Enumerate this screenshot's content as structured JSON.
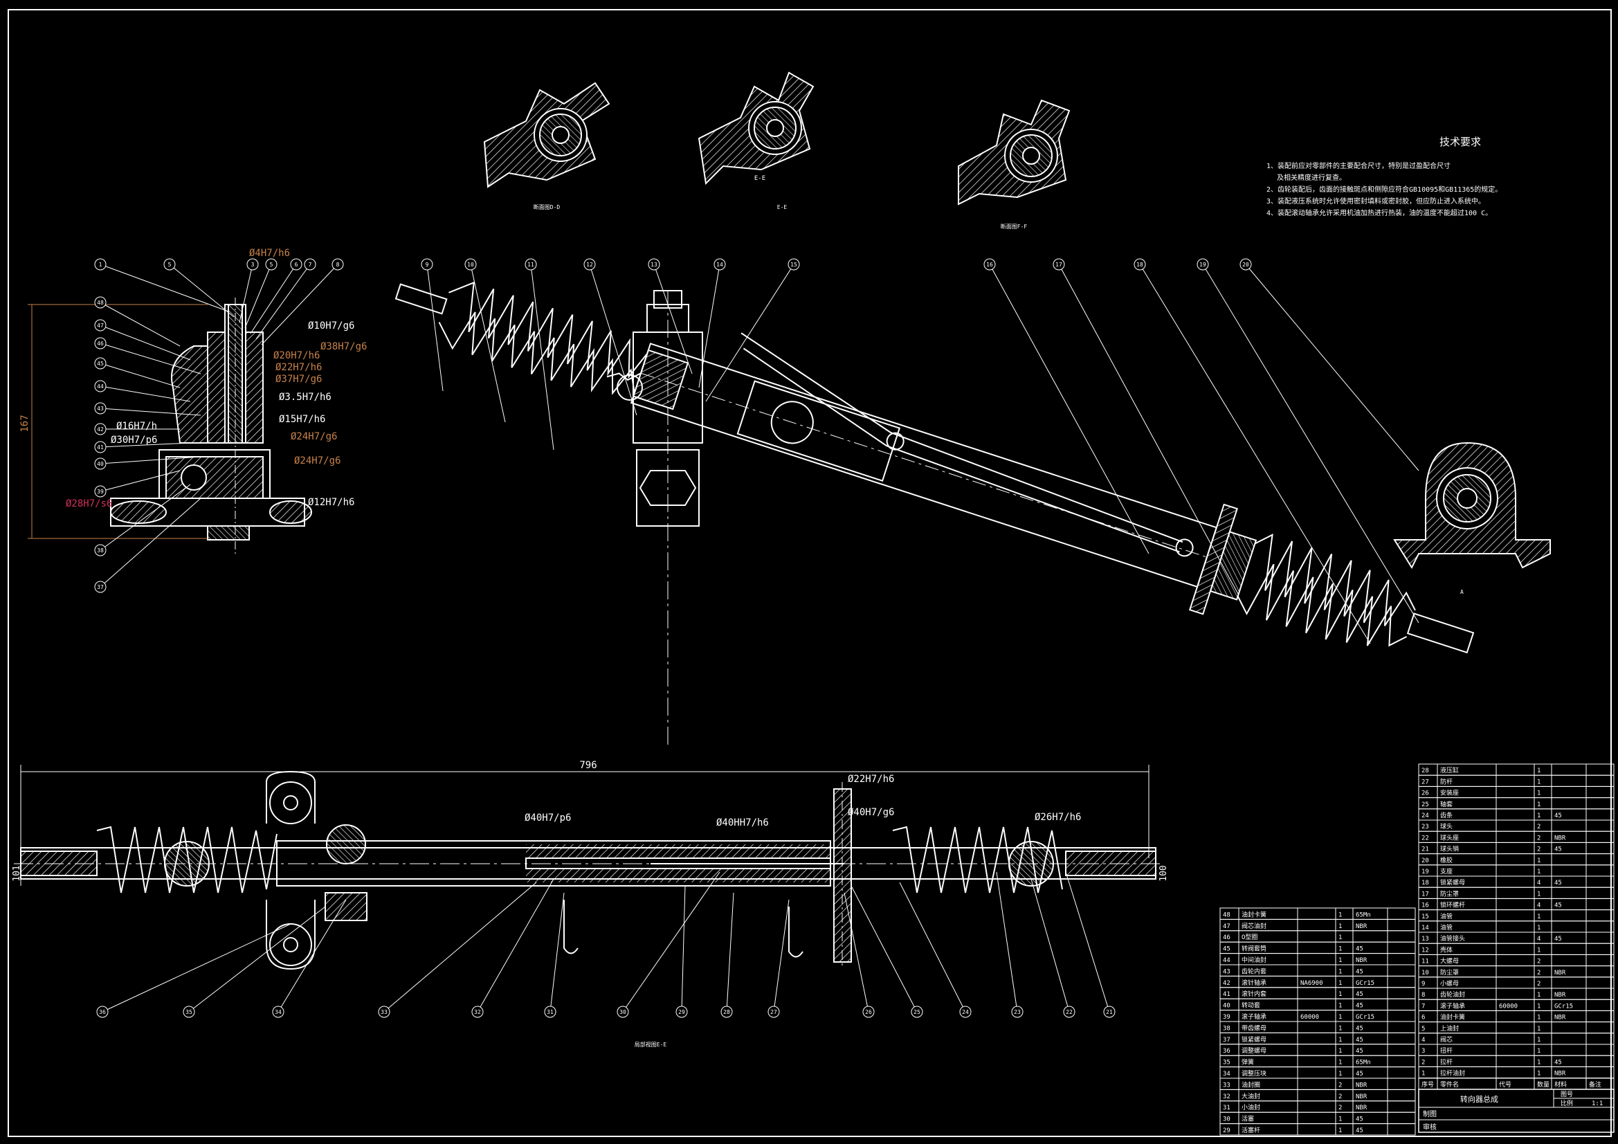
{
  "tech_requirements": {
    "title": "技术要求",
    "items": [
      "1、装配前应对零部件的主要配合尺寸，特别是过盈配合尺寸",
      "及相关精度进行复查。",
      "2、齿轮装配后，齿面的接触斑点和侧隙应符合GB10095和GB11365的规定。",
      "3、装配液压系统时允许使用密封填料或密封胶，但应防止进入系统中。",
      "4、装配滚动轴承允许采用机油加热进行热装，油的温度不能超过100 C。"
    ]
  },
  "view_captions": [
    "断面图D-D",
    "E-E",
    "断面图F-F",
    "A",
    "局部视图E-E"
  ],
  "balloons": {
    "top_left": [
      "1",
      "5",
      "3",
      "5",
      "6",
      "7",
      "8"
    ],
    "left_col": [
      "48",
      "47",
      "46",
      "45",
      "44",
      "43",
      "42",
      "41",
      "40",
      "39",
      "38",
      "37"
    ],
    "top_main": [
      "9",
      "10",
      "11",
      "12",
      "13",
      "14",
      "15",
      "16",
      "17",
      "18",
      "19",
      "20"
    ],
    "bottom": [
      "36",
      "35",
      "34",
      "33",
      "32",
      "31",
      "30",
      "29",
      "28",
      "27",
      "26",
      "25",
      "24",
      "23",
      "22",
      "21"
    ]
  },
  "fits_left": [
    "Ø4H7/h6",
    "Ø10H7/g6",
    "Ø20H7/h6",
    "Ø38H7/g6",
    "Ø22H7/h6",
    "Ø37H7/g6",
    "Ø3.5H7/h6",
    "Ø15H7/h6",
    "Ø16H7/h",
    "Ø30H7/p6",
    "Ø24H7/g6",
    "Ø24H7/g6",
    "Ø12H7/h6",
    "Ø28H7/s6"
  ],
  "fits_bottom": [
    "Ø22H7/h6",
    "Ø40H7/g6",
    "Ø40H7/p6",
    "Ø40HH7/h6",
    "Ø26H7/h6"
  ],
  "dims": {
    "overall_length": "796",
    "left_height": "101",
    "right_height": "100",
    "side_height": "167"
  },
  "bom_left": [
    [
      "48",
      "油封卡簧",
      "",
      "1",
      "65Mn",
      ""
    ],
    [
      "47",
      "阀芯油封",
      "",
      "1",
      "NBR",
      ""
    ],
    [
      "46",
      "O型圈",
      "",
      "1",
      "",
      ""
    ],
    [
      "45",
      "转阀套筒",
      "",
      "1",
      "45",
      ""
    ],
    [
      "44",
      "中间油封",
      "",
      "1",
      "NBR",
      ""
    ],
    [
      "43",
      "齿轮内套",
      "",
      "1",
      "45",
      ""
    ],
    [
      "42",
      "滚针轴承",
      "NA6900",
      "1",
      "GCr15",
      ""
    ],
    [
      "41",
      "滚针内套",
      "",
      "1",
      "45",
      ""
    ],
    [
      "40",
      "转动套",
      "",
      "1",
      "45",
      ""
    ],
    [
      "39",
      "滚子轴承",
      "60000",
      "1",
      "GCr15",
      ""
    ],
    [
      "38",
      "带齿螺母",
      "",
      "1",
      "45",
      ""
    ],
    [
      "37",
      "锁紧螺母",
      "",
      "1",
      "45",
      ""
    ],
    [
      "36",
      "调整螺母",
      "",
      "1",
      "45",
      ""
    ],
    [
      "35",
      "弹簧",
      "",
      "1",
      "65Mn",
      ""
    ],
    [
      "34",
      "调整压块",
      "",
      "1",
      "45",
      ""
    ],
    [
      "33",
      "油封圈",
      "",
      "2",
      "NBR",
      ""
    ],
    [
      "32",
      "大油封",
      "",
      "2",
      "NBR",
      ""
    ],
    [
      "31",
      "小油封",
      "",
      "2",
      "NBR",
      ""
    ],
    [
      "30",
      "活塞",
      "",
      "1",
      "45",
      ""
    ],
    [
      "29",
      "活塞杆",
      "",
      "1",
      "45",
      ""
    ]
  ],
  "bom_right": [
    [
      "28",
      "液压缸",
      "",
      "1",
      "",
      ""
    ],
    [
      "27",
      "防杆",
      "",
      "1",
      "",
      ""
    ],
    [
      "26",
      "安装座",
      "",
      "1",
      "",
      ""
    ],
    [
      "25",
      "轴套",
      "",
      "1",
      "",
      ""
    ],
    [
      "24",
      "齿条",
      "",
      "1",
      "45",
      ""
    ],
    [
      "23",
      "球头",
      "",
      "2",
      "",
      ""
    ],
    [
      "22",
      "球头座",
      "",
      "2",
      "NBR",
      ""
    ],
    [
      "21",
      "球头销",
      "",
      "2",
      "45",
      ""
    ],
    [
      "20",
      "橡胶",
      "",
      "1",
      "",
      ""
    ],
    [
      "19",
      "支座",
      "",
      "1",
      "",
      ""
    ],
    [
      "18",
      "锁紧螺母",
      "",
      "4",
      "45",
      ""
    ],
    [
      "17",
      "防尘罩",
      "",
      "1",
      "",
      ""
    ],
    [
      "16",
      "锁环螺杆",
      "",
      "4",
      "45",
      ""
    ],
    [
      "15",
      "油管",
      "",
      "1",
      "",
      ""
    ],
    [
      "14",
      "油管",
      "",
      "1",
      "",
      ""
    ],
    [
      "13",
      "油管接头",
      "",
      "4",
      "45",
      ""
    ],
    [
      "12",
      "壳体",
      "",
      "1",
      "",
      ""
    ],
    [
      "11",
      "大螺母",
      "",
      "2",
      "",
      ""
    ],
    [
      "10",
      "防尘罩",
      "",
      "2",
      "NBR",
      ""
    ],
    [
      "9",
      "小螺母",
      "",
      "2",
      "",
      ""
    ],
    [
      "8",
      "齿轮油封",
      "",
      "1",
      "NBR",
      ""
    ],
    [
      "7",
      "滚子轴承",
      "60000",
      "1",
      "GCr15",
      ""
    ],
    [
      "6",
      "油封卡簧",
      "",
      "1",
      "NBR",
      ""
    ],
    [
      "5",
      "上油封",
      "",
      "1",
      "",
      ""
    ],
    [
      "4",
      "阀芯",
      "",
      "1",
      "",
      ""
    ],
    [
      "3",
      "扭杆",
      "",
      "1",
      "",
      ""
    ],
    [
      "2",
      "拉杆",
      "",
      "1",
      "45",
      ""
    ],
    [
      "1",
      "拉杆油封",
      "",
      "1",
      "NBR",
      ""
    ]
  ],
  "bom_header": [
    "序号",
    "零件名",
    "代号",
    "数量",
    "材料",
    "备注"
  ],
  "title_block": {
    "name": "转向器总成",
    "drawing_no": "图号",
    "scale_label": "比例",
    "scale": "1:1",
    "drawn": "制图",
    "checked": "审核"
  },
  "colors": {
    "line": "#ffffff",
    "dim_orange": "#c8824a",
    "dim_red": "#d0305a",
    "center": "#ffffff"
  }
}
